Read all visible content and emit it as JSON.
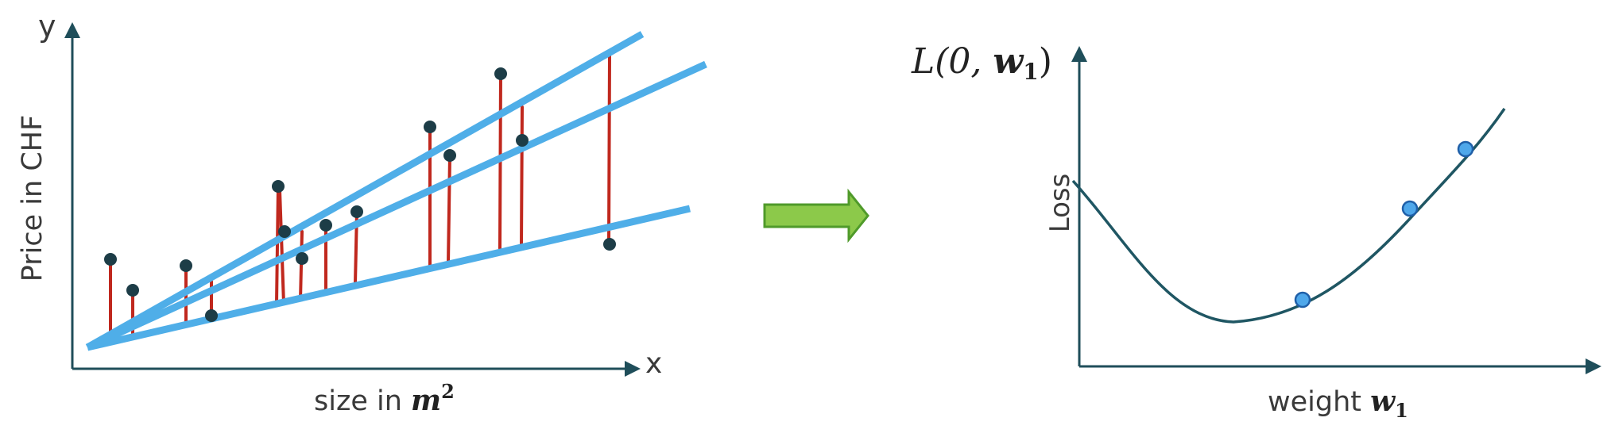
{
  "left_plot": {
    "y_axis_letter": "y",
    "x_axis_letter": "x",
    "y_label": "Price in CHF",
    "x_label_text": "size in ",
    "x_label_math": "m",
    "x_label_exp": "2"
  },
  "right_plot": {
    "title_prefix": "L(0, ",
    "title_var": "w",
    "title_sub": "1",
    "title_suffix": ")",
    "y_label": "Loss",
    "x_label_text": "weight ",
    "x_label_math": "w",
    "x_label_sub": "1"
  },
  "colors": {
    "axis": "#1f4e5a",
    "fit_line": "#4faee8",
    "residual": "#c0281e",
    "data_point": "#1d3d47",
    "loss_curve": "#1f5663",
    "loss_point_fill": "#4ea7ea",
    "loss_point_stroke": "#1f5fa8",
    "arrow_fill": "#8cc94a",
    "arrow_stroke": "#4f9a2a"
  }
}
